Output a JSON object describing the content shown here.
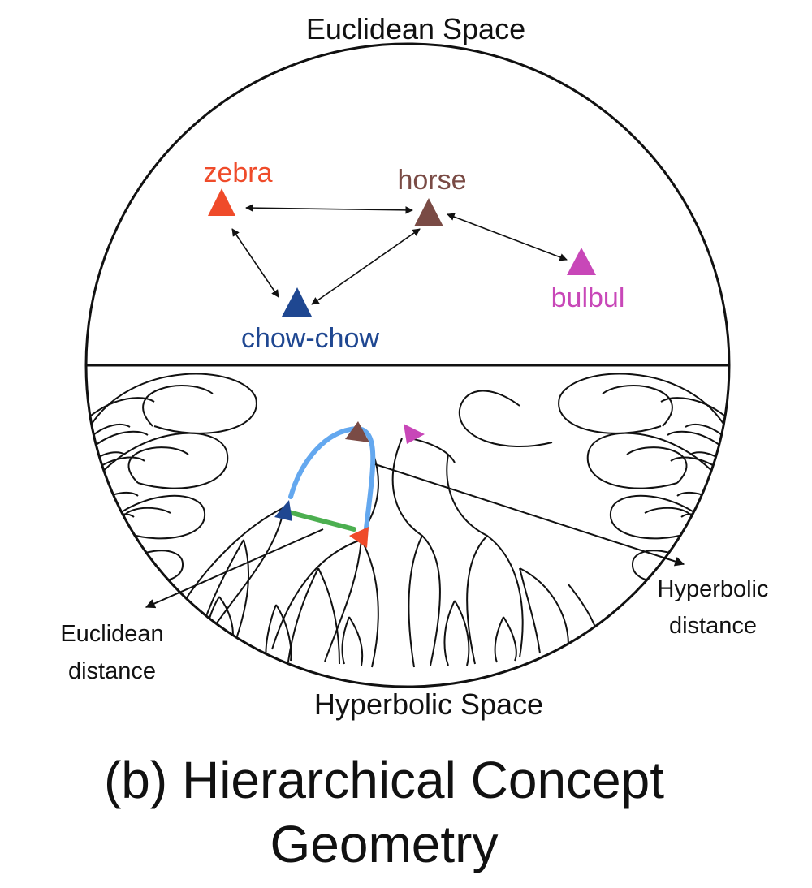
{
  "top_title": "Euclidean Space",
  "bottom_title": "Hyperbolic Space",
  "caption": {
    "line1": "(b) Hierarchical Concept",
    "line2": "Geometry"
  },
  "concepts": {
    "zebra": {
      "label": "zebra",
      "color": "#ef4b2a"
    },
    "horse": {
      "label": "horse",
      "color": "#7a4b45"
    },
    "bulbul": {
      "label": "bulbul",
      "color": "#c847b8"
    },
    "chow_chow": {
      "label": "chow-chow",
      "color": "#1f4791"
    }
  },
  "annotations": {
    "euclidean_distance": {
      "line1": "Euclidean",
      "line2": "distance",
      "color": "#4caf50"
    },
    "hyperbolic_distance": {
      "line1": "Hyperbolic",
      "line2": "distance",
      "color": "#64a8ef"
    }
  }
}
